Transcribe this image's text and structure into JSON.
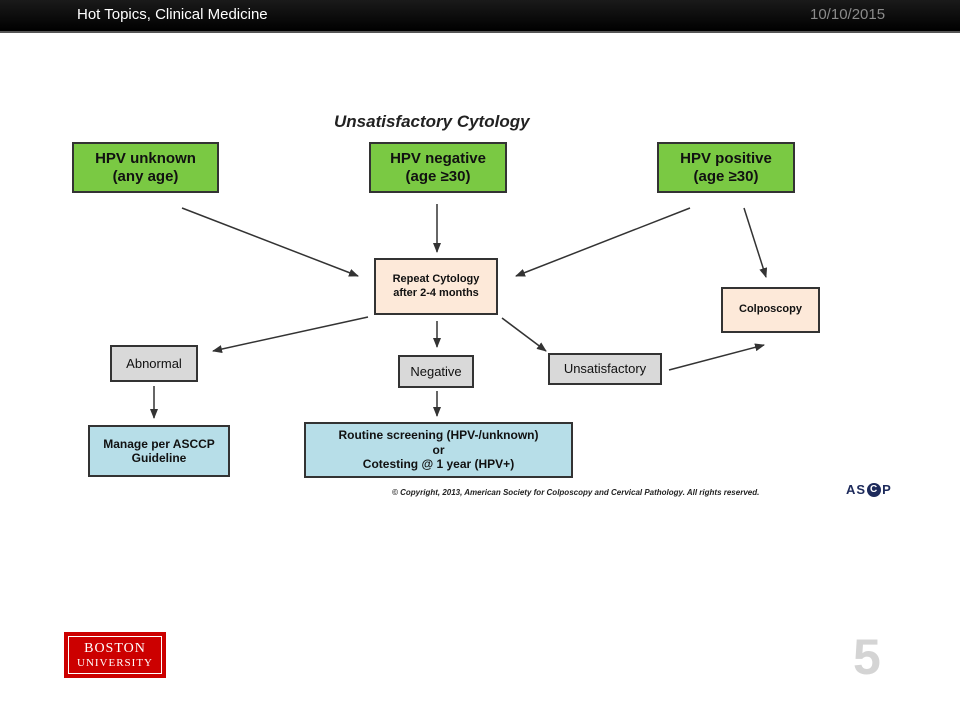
{
  "header": {
    "title": "Hot Topics, Clinical Medicine",
    "date": "10/10/2015"
  },
  "diagram": {
    "title": "Unsatisfactory Cytology",
    "nodes": {
      "hpv_unknown": "HPV  unknown\n(any age)",
      "hpv_negative": "HPV negative\n(age ≥30)",
      "hpv_positive": "HPV positive\n(age ≥30)",
      "repeat_cytology": "Repeat Cytology\nafter 2-4 months",
      "colposcopy": "Colposcopy",
      "abnormal": "Abnormal",
      "negative": "Negative",
      "unsatisfactory": "Unsatisfactory",
      "manage": "Manage per ASCCP\nGuideline",
      "routine": "Routine screening (HPV-/unknown)\nor\nCotesting @ 1 year (HPV+)"
    },
    "copyright": "© Copyright, 2013, American Society for Colposcopy and Cervical Pathology. All rights reserved.",
    "ascp_logo": "ASCCP"
  },
  "footer": {
    "logo_line1": "BOSTON",
    "logo_line2": "UNIVERSITY",
    "slide_number": "5"
  },
  "colors": {
    "green": "#7ac943",
    "peach": "#fde9d9",
    "gray": "#d9d9d9",
    "blue": "#b7dee8",
    "bu_red": "#cc0000"
  }
}
